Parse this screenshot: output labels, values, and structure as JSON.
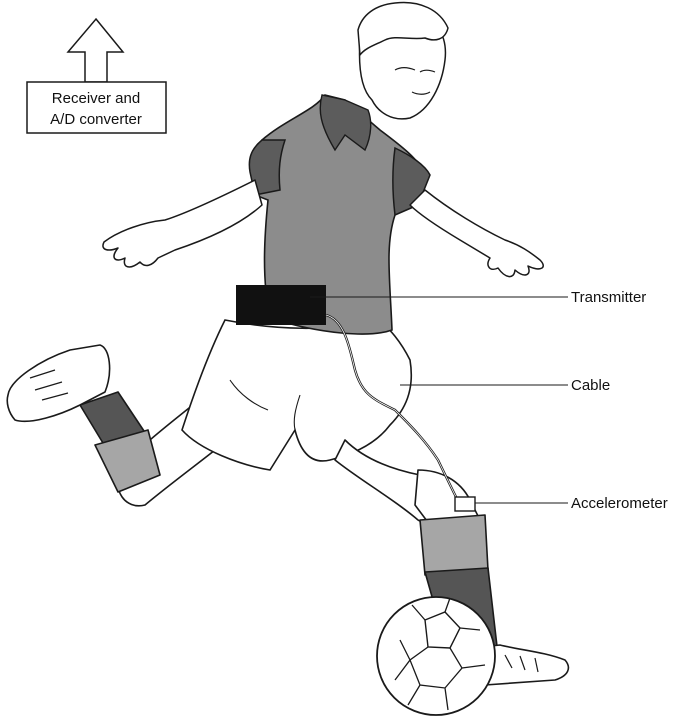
{
  "receiver": {
    "line1": "Receiver and",
    "line2": "A/D converter"
  },
  "labels": {
    "transmitter": "Transmitter",
    "cable": "Cable",
    "accelerometer": "Accelerometer"
  },
  "colors": {
    "outline": "#1a1a1a",
    "shirt": "#8c8c8c",
    "sleeve_dark": "#5c5c5c",
    "sock_upper": "#a6a6a6",
    "sock_lower": "#555555",
    "transmitter_box": "#111111",
    "skin": "#ffffff"
  }
}
